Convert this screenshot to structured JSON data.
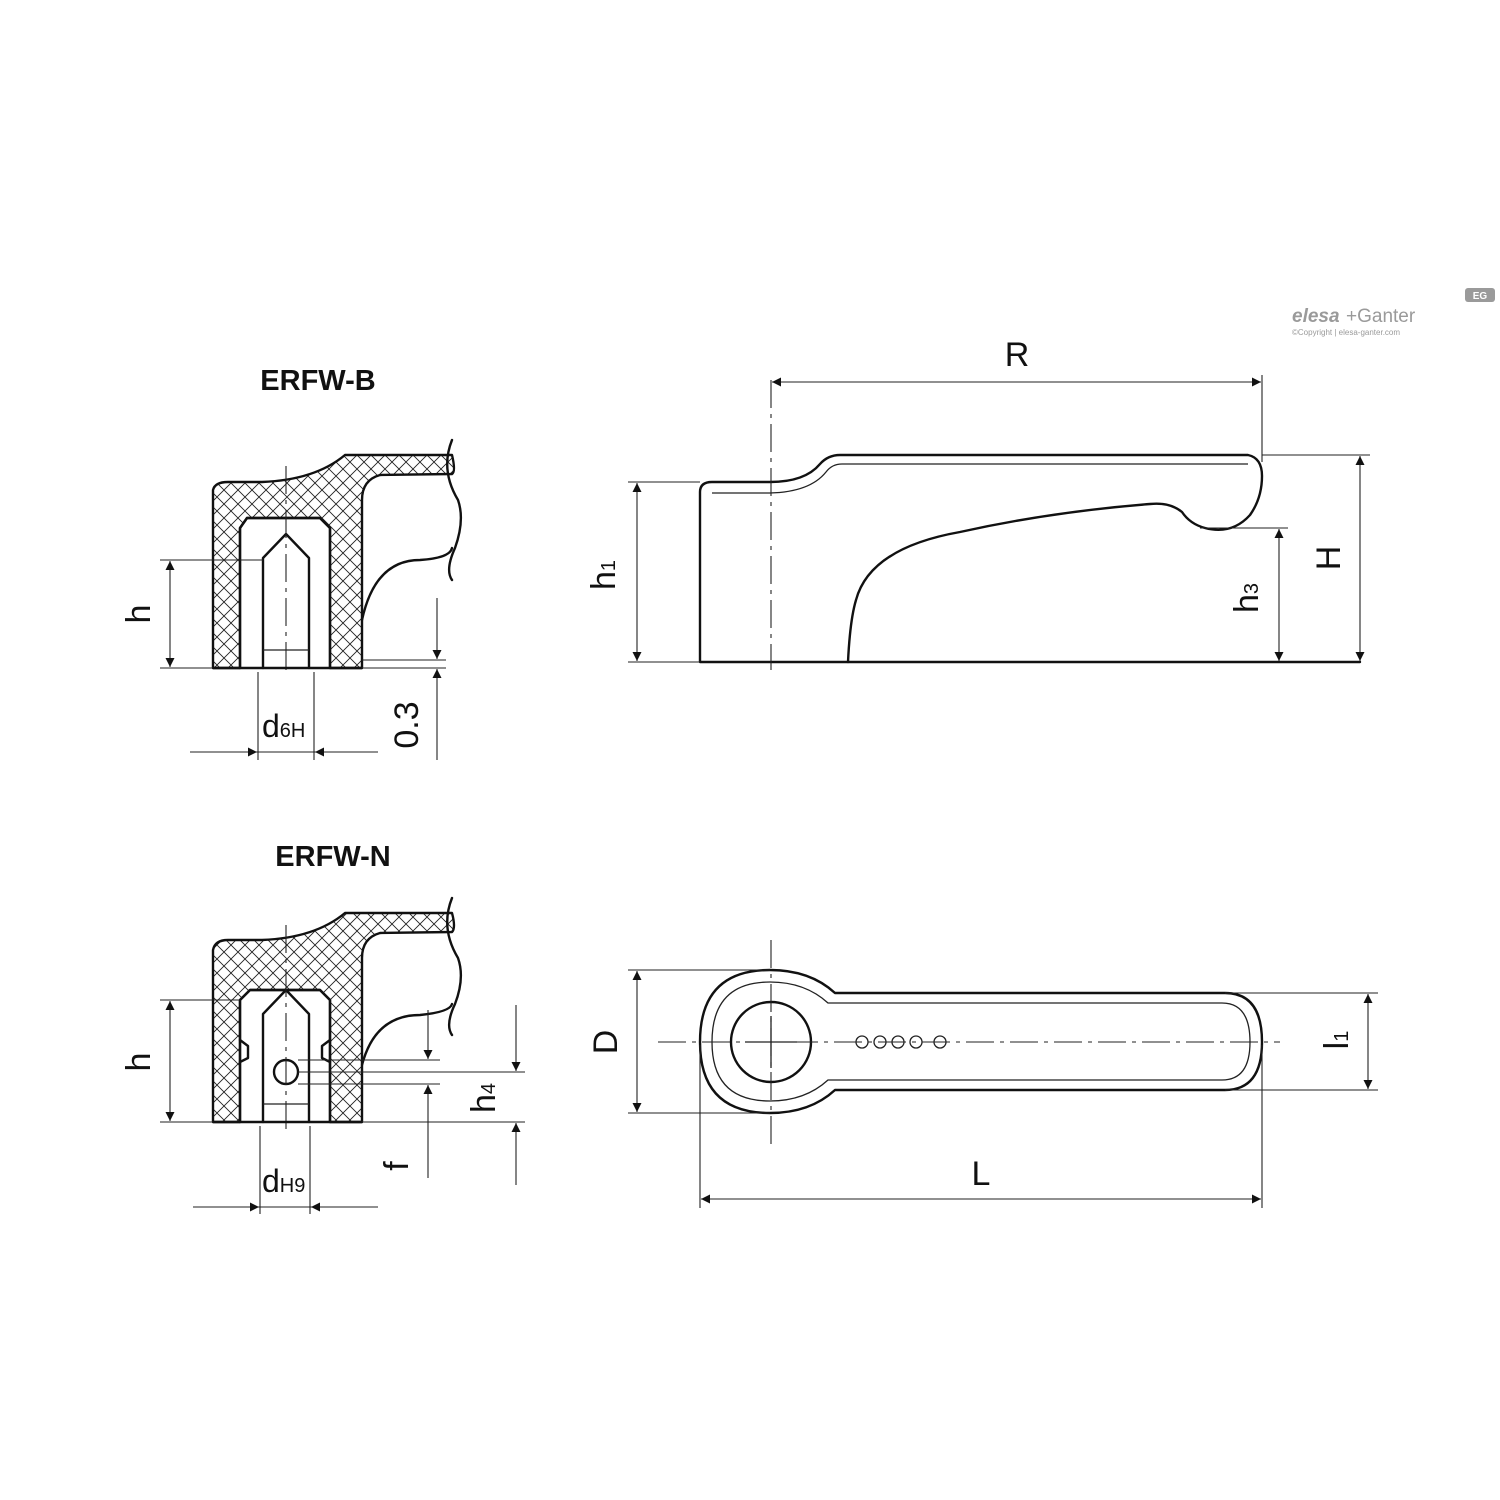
{
  "views": {
    "erfw_b": {
      "title": "ERFW-B"
    },
    "erfw_n": {
      "title": "ERFW-N"
    }
  },
  "dimensions": {
    "h": "h",
    "d6h": {
      "main": "d",
      "sub": "6H"
    },
    "offset": "0.3",
    "dh9": {
      "main": "d",
      "sub": "H9"
    },
    "f": "f",
    "h4": {
      "main": "h",
      "sub": "4"
    },
    "R": "R",
    "h1": {
      "main": "h",
      "sub": "1"
    },
    "h3": {
      "main": "h",
      "sub": "3"
    },
    "H": "H",
    "D": "D",
    "L": "L",
    "l1": {
      "main": "l",
      "sub": "1"
    }
  },
  "brand": {
    "name_left": "elesa",
    "name_right": "+Ganter",
    "copyright": "©Copyright | elesa-ganter.com",
    "badge": "EG"
  },
  "colors": {
    "line": "#111111",
    "brand_gray": "#9a9a9a"
  }
}
